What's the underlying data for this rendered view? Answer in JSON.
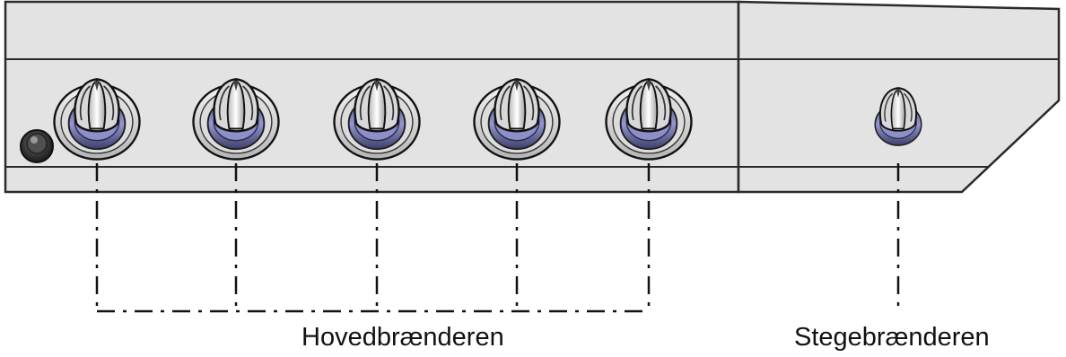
{
  "labels": {
    "main_burners": "Hovedbrænderen",
    "rear_burner": "Stegebrænderen"
  },
  "panel": {
    "main_knob_count": 5,
    "rear_knob_count": 1,
    "has_igniter_button": true
  },
  "colors": {
    "panel_fill": "#e3e3e3",
    "panel_stroke": "#2a2a2a",
    "knob_ring": "#5a5a7a",
    "knob_collar": "#7c7fb8",
    "leader_line": "#111111"
  },
  "icons": {
    "knob": "control-knob-icon",
    "igniter": "igniter-button-icon"
  }
}
